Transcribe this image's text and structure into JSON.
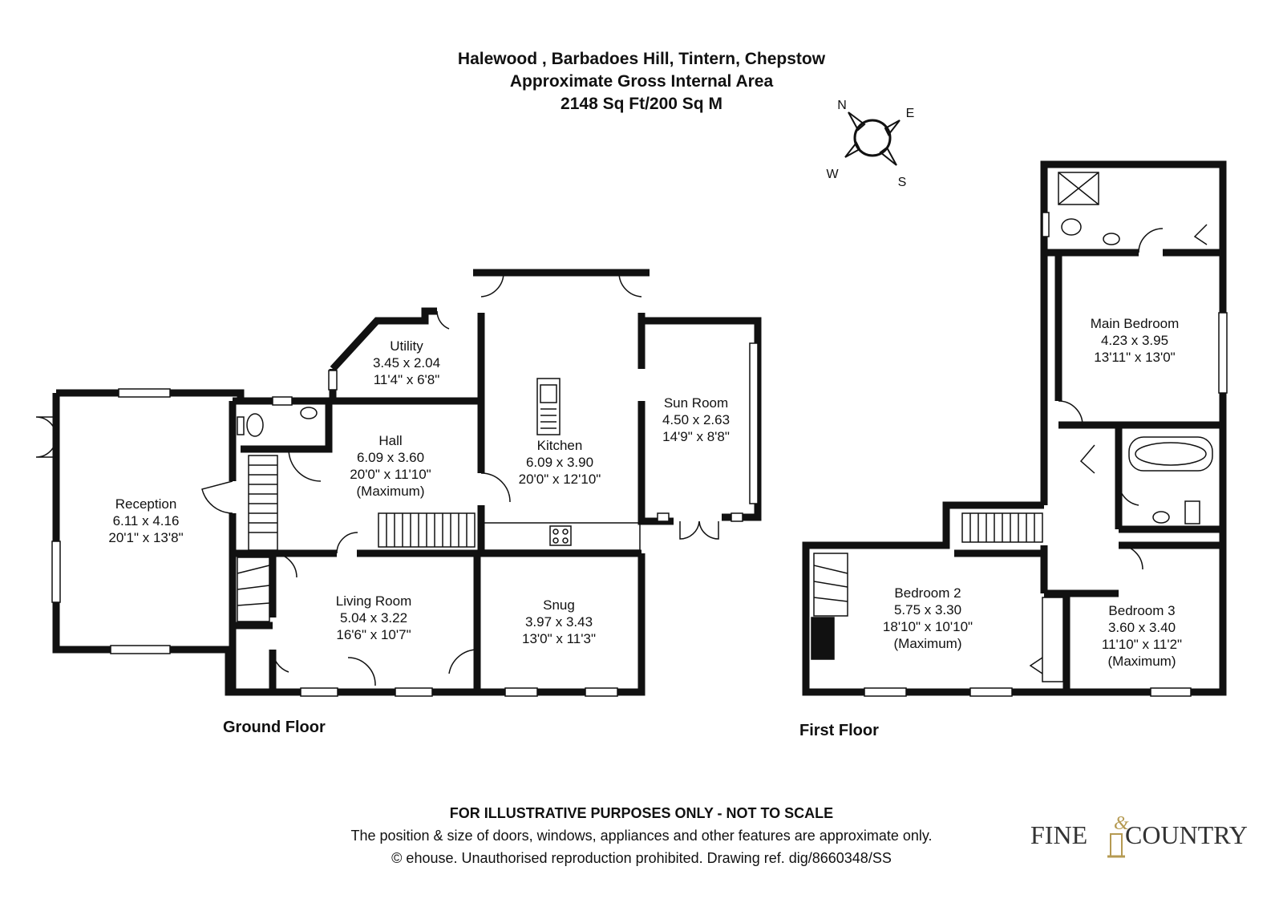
{
  "header": {
    "title": "Halewood , Barbadoes Hill, Tintern, Chepstow",
    "subtitle": "Approximate Gross Internal Area",
    "area": "2148 Sq Ft/200 Sq M"
  },
  "compass": {
    "n": "N",
    "e": "E",
    "s": "S",
    "w": "W"
  },
  "floors": {
    "ground": "Ground Floor",
    "first": "First Floor"
  },
  "rooms": {
    "utility": {
      "name": "Utility",
      "metric": "3.45 x 2.04",
      "imperial": "11'4\" x 6'8\""
    },
    "hall": {
      "name": "Hall",
      "metric": "6.09 x 3.60",
      "imperial": "20'0\" x 11'10\"",
      "note": "(Maximum)"
    },
    "kitchen": {
      "name": "Kitchen",
      "metric": "6.09 x 3.90",
      "imperial": "20'0\" x 12'10\""
    },
    "sunroom": {
      "name": "Sun Room",
      "metric": "4.50 x 2.63",
      "imperial": "14'9\" x 8'8\""
    },
    "reception": {
      "name": "Reception",
      "metric": "6.11 x 4.16",
      "imperial": "20'1\" x 13'8\""
    },
    "living": {
      "name": "Living Room",
      "metric": "5.04 x 3.22",
      "imperial": "16'6\" x 10'7\""
    },
    "snug": {
      "name": "Snug",
      "metric": "3.97 x 3.43",
      "imperial": "13'0\" x 11'3\""
    },
    "mainbedroom": {
      "name": "Main Bedroom",
      "metric": "4.23 x 3.95",
      "imperial": "13'11\" x 13'0\""
    },
    "bedroom2": {
      "name": "Bedroom 2",
      "metric": "5.75 x 3.30",
      "imperial": "18'10\" x 10'10\"",
      "note": "(Maximum)"
    },
    "bedroom3": {
      "name": "Bedroom 3",
      "metric": "3.60 x 3.40",
      "imperial": "11'10\" x 11'2\"",
      "note": "(Maximum)"
    }
  },
  "footer": {
    "disclaimer": "FOR ILLUSTRATIVE PURPOSES ONLY - NOT TO SCALE",
    "note": "The position & size of doors, windows, appliances and other features are approximate only.",
    "copyright": "© ehouse. Unauthorised reproduction prohibited. Drawing ref. dig/8660348/SS"
  },
  "logo": {
    "left": "FINE",
    "amp": "&",
    "right": "COUNTRY"
  },
  "colors": {
    "wall": "#111111",
    "logo_gold": "#b59a52",
    "logo_text": "#333333"
  }
}
